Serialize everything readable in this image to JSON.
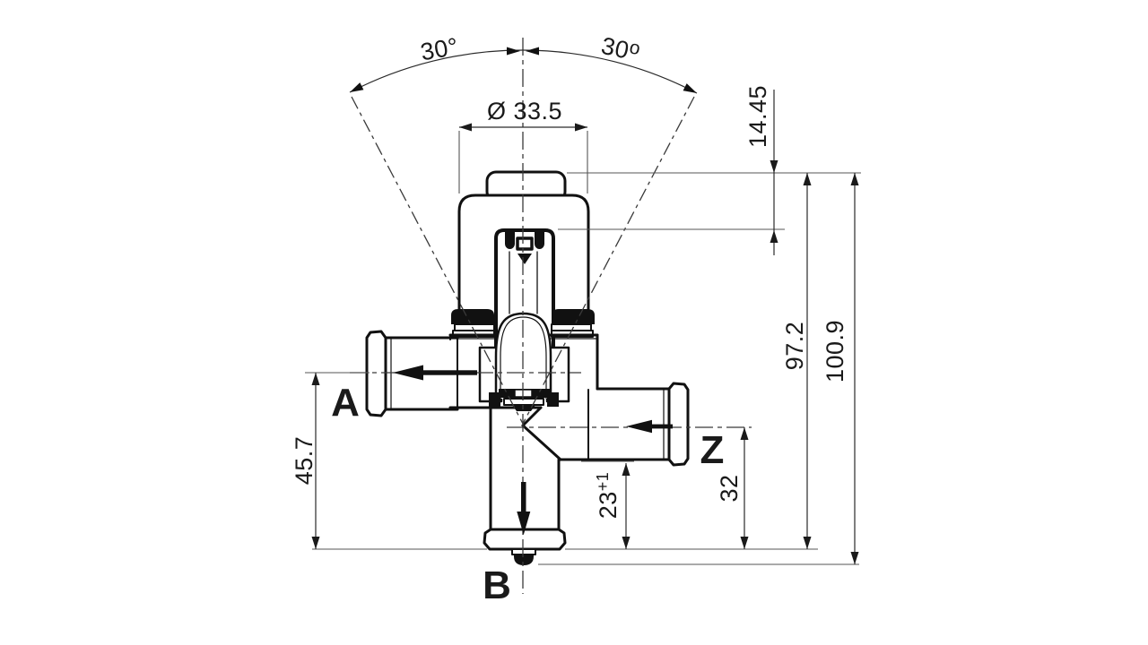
{
  "ports": {
    "a_label": "A",
    "b_label": "B",
    "z_label": "Z"
  },
  "dimensions": {
    "angle_left": "30°",
    "angle_right_value": "30",
    "angle_right_unit": "o",
    "diameter_top": "Ø 33.5",
    "offset_cap_to_bracket": "14.45",
    "height_cap_to_flange": "97.2",
    "height_total": "100.9",
    "port_a_center_height": "45.7",
    "port_z_center_height": "32",
    "port_b_depth_value": "23",
    "port_b_depth_tolerance": "+1"
  }
}
